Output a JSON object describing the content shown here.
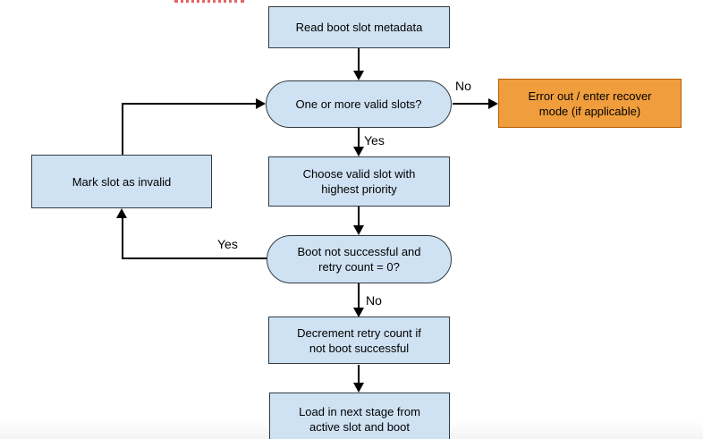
{
  "diagram": {
    "title_hint": "Boot slot selection flowchart",
    "colors": {
      "node_fill": "#cfe2f3",
      "node_border": "#333b42",
      "alert_fill": "#f09e3d",
      "alert_border": "#b45f06",
      "arrow": "#000000",
      "artifact_dotted_red": "#e06666"
    },
    "nodes": {
      "read_metadata": {
        "label": "Read boot slot metadata"
      },
      "valid_slots_decision": {
        "label": "One or more valid slots?"
      },
      "error_recover": {
        "label": "Error out / enter recover mode (if applicable)"
      },
      "mark_invalid": {
        "label": "Mark slot as invalid"
      },
      "choose_slot": {
        "label": "Choose valid slot with highest priority"
      },
      "boot_retry_decision": {
        "label": "Boot not successful and retry count = 0?"
      },
      "decrement_retry": {
        "label": "Decrement retry count if not boot successful"
      },
      "load_next_stage": {
        "label": "Load in next stage from active slot and boot"
      }
    },
    "edge_labels": {
      "no_to_error": "No",
      "yes_to_choose": "Yes",
      "yes_to_mark_invalid": "Yes",
      "no_to_decrement": "No"
    }
  }
}
